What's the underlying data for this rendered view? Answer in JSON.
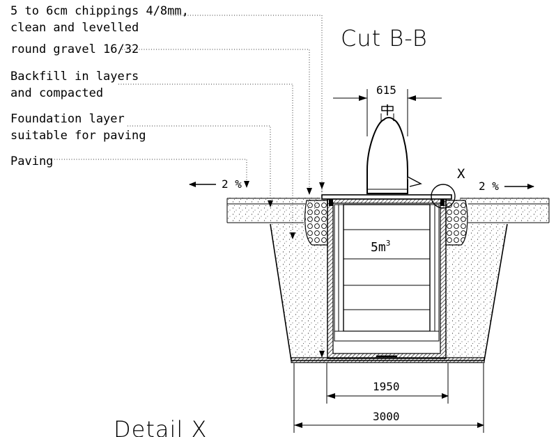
{
  "title_cut": "Cut B-B",
  "title_detail": "Detail X",
  "labels": {
    "chippings_line1": "5 to 6cm chippings 4/8mm,",
    "chippings_line2": "clean and levelled",
    "gravel": "round gravel 16/32",
    "backfill_line1": "Backfill in layers",
    "backfill_line2": "and compacted",
    "foundation_line1": "Foundation layer",
    "foundation_line2": "suitable for paving",
    "paving": "Paving"
  },
  "slope_left": "2 %",
  "slope_right": "2 %",
  "detail_marker": "X",
  "volume_label": "5m",
  "volume_exponent": "3",
  "dimensions": {
    "top_width": "615",
    "inner_width": "1950",
    "outer_width": "3000"
  }
}
